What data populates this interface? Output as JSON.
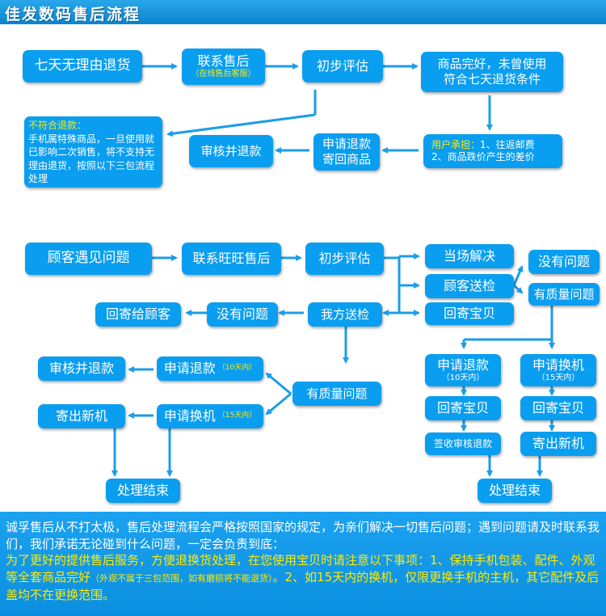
{
  "title": "佳发数码售后流程",
  "flow1": {
    "seven_day": "七天无理由退货",
    "contact": "联系售后",
    "contact_sub": "（在线售后客服）",
    "evaluate": "初步评估",
    "condition_line1": "商品完好，未曾使用",
    "condition_line2": "符合七天退货条件",
    "not_eligible_label": "不符合退款：",
    "not_eligible_text": "手机属特殊商品，一旦使用就已影响二次销售，将不支持无理由退货，按照以下三包流程处理",
    "buyer_pays_label": "用户承担：",
    "buyer_pays_text1": "1、往返邮费",
    "buyer_pays_text2": "2、商品跌价产生的差价",
    "apply_return_line1": "申请退款",
    "apply_return_line2": "寄回商品",
    "review_refund": "审核并退款"
  },
  "flow2": {
    "customer_issue": "顾客遇见问题",
    "contact_ww": "联系旺旺售后",
    "evaluate": "初步评估",
    "solve_onsite": "当场解决",
    "customer_send": "顾客送检",
    "return_item": "回寄宝贝",
    "no_problem_top": "没有问题",
    "quality_issue_top": "有质量问题",
    "we_inspect": "我方送检",
    "no_problem_mid": "没有问题",
    "return_to_customer": "回寄给顾客",
    "quality_issue_mid": "有质量问题",
    "apply_refund": "申请退款",
    "apply_refund_days": "（10天内）",
    "review_refund": "审核并退款",
    "apply_exchange": "申请换机",
    "apply_exchange_days": "（15天内）",
    "send_new": "寄出新机",
    "process_end_left": "处理结束",
    "r_apply_refund": "申请退款",
    "r_apply_refund_days": "（10天内）",
    "r_return_item": "回寄宝贝",
    "r_sign_refund": "签收审核退款",
    "r_apply_exchange": "申请换机",
    "r_apply_exchange_days": "（15天内）",
    "r_return_item2": "回寄宝贝",
    "r_send_new": "寄出新机",
    "process_end_right": "处理结束"
  },
  "footer": {
    "p1": "诚孚售后从不打太极，售后处理流程会严格按照国家的规定，为亲们解决一切售后问题；遇到问题请及时联系我们，我们承诺无论碰到什么问题，一定会负责到底：",
    "p2a": "为了更好的提供售后服务，方便退换货处理，在您使用宝贝时请注意以下事项：1、保持手机包装、配件、外观等全套商品完好",
    "p2b": "（外观不属于三包范围，如有磨损将不能退货）",
    "p2c": "。2、如15天内的换机，仅限更换手机的主机，其它配件及后盖均不在更换范围。"
  },
  "colors": {
    "box": "#0a9ef0",
    "highlight": "#ffea00",
    "arrow": "#1a9ee8"
  }
}
